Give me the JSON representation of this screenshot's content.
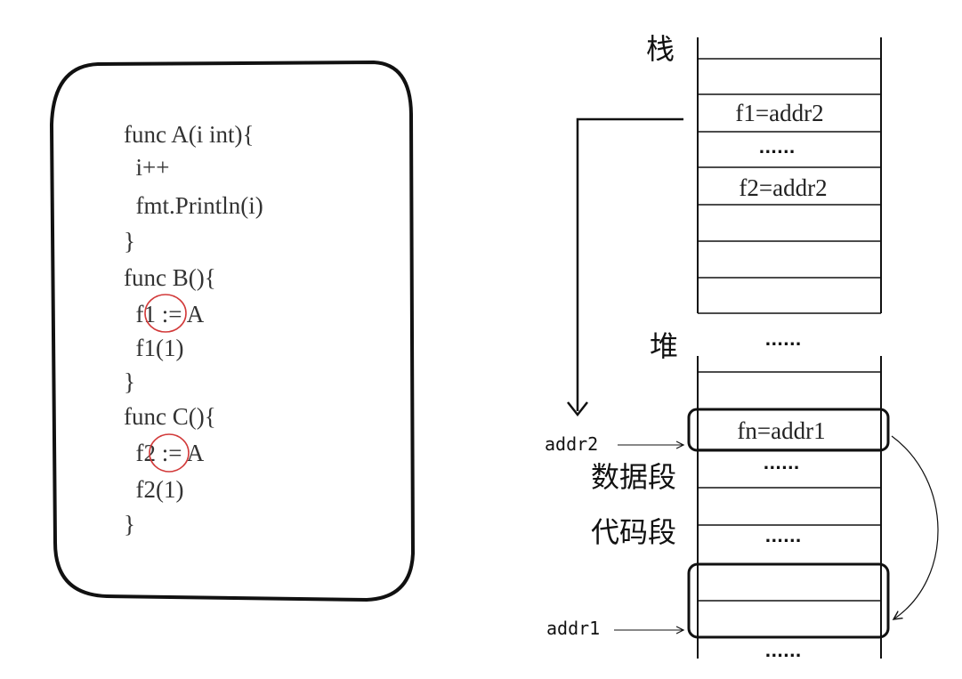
{
  "code": {
    "lines": [
      "func A(i int){",
      "  i++",
      "  fmt.Println(i)",
      "}",
      "func B(){",
      "  f1 := A",
      "  f1(1)",
      "}",
      "func C(){",
      "  f2 := A",
      "  f2(1)",
      "}"
    ],
    "circled": [
      "f1",
      "f2"
    ]
  },
  "memory": {
    "regions": {
      "stack": "栈",
      "heap": "堆",
      "data": "数据段",
      "code": "代码段"
    },
    "cells": {
      "f1": "f1=addr2",
      "dots1": "......",
      "f2": "f2=addr2",
      "dots_heap": "......",
      "fn": "fn=addr1",
      "dots_data": "......",
      "dots_code": "......",
      "dots_bottom": "......"
    },
    "addresses": {
      "addr2": "addr2",
      "addr1": "addr1"
    }
  },
  "colors": {
    "ink": "#111111",
    "circle": "#d23a3a"
  }
}
